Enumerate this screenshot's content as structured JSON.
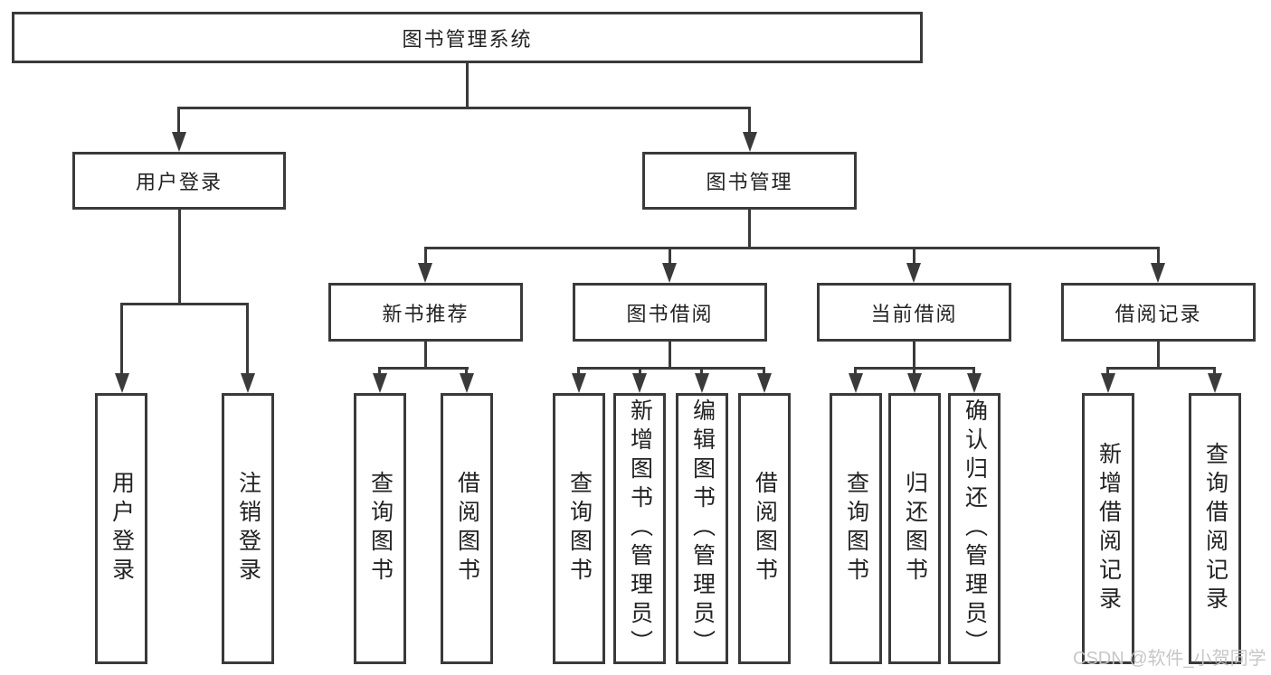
{
  "diagram": {
    "root": {
      "label": "图书管理系统"
    },
    "branches": [
      {
        "label": "用户登录",
        "leaves": [
          {
            "label": "用户登录"
          },
          {
            "label": "注销登录"
          }
        ]
      },
      {
        "label": "图书管理",
        "groups": [
          {
            "label": "新书推荐",
            "leaves": [
              {
                "label": "查询图书"
              },
              {
                "label": "借阅图书"
              }
            ]
          },
          {
            "label": "图书借阅",
            "leaves": [
              {
                "label": "查询图书"
              },
              {
                "label": "新增图书（管理员）"
              },
              {
                "label": "编辑图书（管理员）"
              },
              {
                "label": "借阅图书"
              }
            ]
          },
          {
            "label": "当前借阅",
            "leaves": [
              {
                "label": "查询图书"
              },
              {
                "label": "归还图书"
              },
              {
                "label": "确认归还（管理员）"
              }
            ]
          },
          {
            "label": "借阅记录",
            "leaves": [
              {
                "label": "新增借阅记录"
              },
              {
                "label": "查询借阅记录"
              }
            ]
          }
        ]
      }
    ]
  },
  "watermark": {
    "text": "CSDN @软件_小贺同学"
  },
  "colors": {
    "line": "#3a3a3a",
    "text": "#222222",
    "background": "#ffffff",
    "watermark": "#c4c4c4"
  }
}
